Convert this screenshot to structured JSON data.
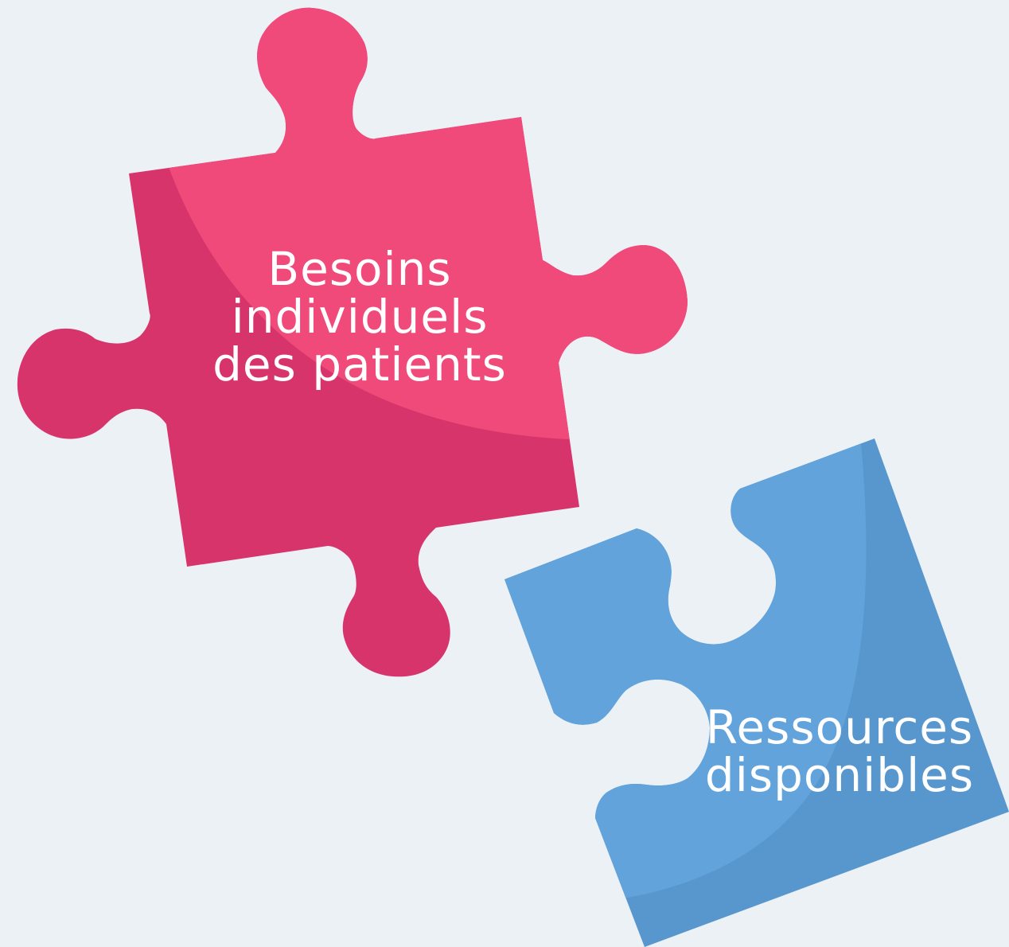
{
  "background": "#ecf1f6",
  "pieces": {
    "needs": {
      "lines": [
        "Besoins",
        "individuels",
        "des patients"
      ],
      "color_main": "#f04a7a",
      "color_shadow": "#d8346c"
    },
    "resources": {
      "lines": [
        "Ressources",
        "disponibles"
      ],
      "color_main": "#62a3dc",
      "color_shadow": "#5797ce"
    }
  }
}
